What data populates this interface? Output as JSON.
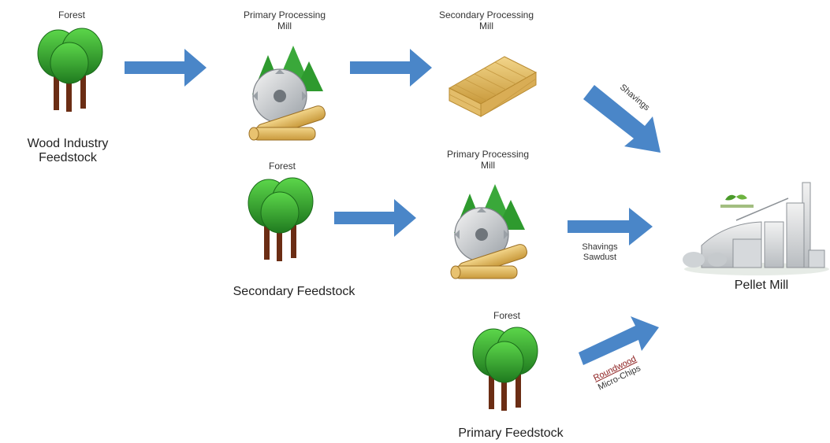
{
  "columns": {
    "wood_industry": {
      "forest_label": "Forest",
      "feedstock_label": "Wood Industry\nFeedstock",
      "primary_mill_label": "Primary Processing\nMill",
      "secondary_mill_label": "Secondary Processing\nMill"
    },
    "secondary": {
      "forest_label": "Forest",
      "feedstock_label": "Secondary Feedstock",
      "primary_mill_label": "Primary Processing\nMill"
    },
    "primary": {
      "forest_label": "Forest",
      "feedstock_label": "Primary Feedstock"
    }
  },
  "flows": {
    "shavings": "Shavings",
    "shavings_sawdust": "Shavings\nSawdust",
    "roundwood_line1": "Roundwood",
    "roundwood_line2": "Micro-Chips"
  },
  "pellet_mill": {
    "label": "Pellet Mill"
  },
  "colors": {
    "arrow": "#4a86c8",
    "leaf": "#2e9a2e",
    "trunk": "#6b2d14"
  }
}
